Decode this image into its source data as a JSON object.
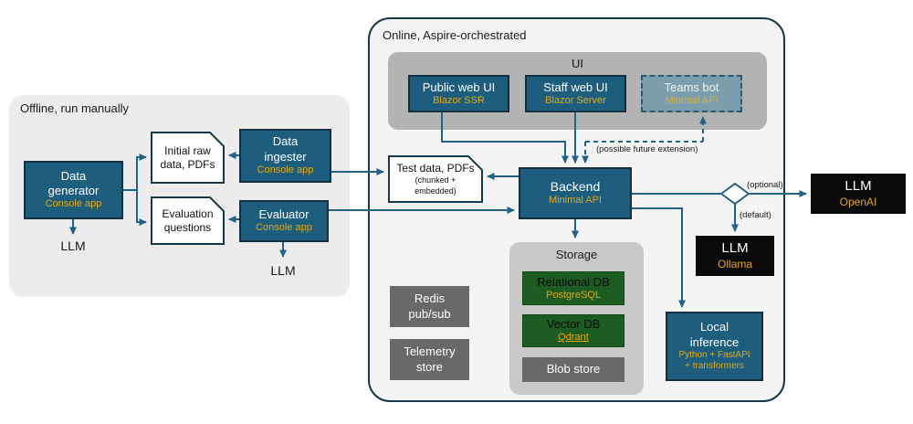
{
  "colors": {
    "teal_box": "#1d5e7e",
    "teal_box_border": "#14303f",
    "arrow": "#236288",
    "gold_text": "#e2a90f",
    "green_box": "#1d5c20",
    "gray_box": "#696969",
    "ui_group_gray": "#b3b3b3",
    "storage_group_gray": "#c9c9c9",
    "offline_panel": "#ececec",
    "online_panel_fill": "#f4f4f4",
    "online_panel_border": "#16384b",
    "black_box": "#0a0a0a",
    "teams_bot_fill": "#7b9dae"
  },
  "offline": {
    "title": "Offline, run manually",
    "data_generator": {
      "title": "Data\ngenerator",
      "subtitle": "Console app"
    },
    "initial_raw_data": {
      "label": "Initial raw\ndata, PDFs"
    },
    "evaluation_questions": {
      "label": "Evaluation\nquestions"
    },
    "data_ingester": {
      "title": "Data\ningester",
      "subtitle": "Console app"
    },
    "evaluator": {
      "title": "Evaluator",
      "subtitle": "Console app"
    },
    "llm_under_generator": "LLM",
    "llm_under_evaluator": "LLM"
  },
  "online": {
    "title": "Online, Aspire-orchestrated",
    "ui_group": {
      "label": "UI",
      "public_web_ui": {
        "title": "Public web UI",
        "subtitle": "Blazor SSR"
      },
      "staff_web_ui": {
        "title": "Staff web UI",
        "subtitle": "Blazor Server"
      },
      "teams_bot": {
        "title": "Teams bot",
        "subtitle": "Minimal API"
      }
    },
    "test_data": {
      "label": "Test data, PDFs",
      "note": "(chunked +\nembedded)"
    },
    "backend": {
      "title": "Backend",
      "subtitle": "Minimal API"
    },
    "storage": {
      "label": "Storage",
      "relational_db": {
        "title": "Relational DB",
        "subtitle": "PostgreSQL"
      },
      "vector_db": {
        "title": "Vector DB",
        "subtitle": "Qdrant"
      },
      "blob_store": {
        "title": "Blob store"
      }
    },
    "redis": {
      "label": "Redis\npub/sub"
    },
    "telemetry": {
      "label": "Telemetry\nstore"
    },
    "local_inference": {
      "title": "Local\ninference",
      "subtitle": "Python + FastAPI\n+ transformers"
    }
  },
  "external": {
    "llm_openai": {
      "title": "LLM",
      "subtitle": "OpenAI"
    },
    "llm_ollama": {
      "title": "LLM",
      "subtitle": "Ollama"
    }
  },
  "annotations": {
    "optional": "(optional)",
    "default": "(default)",
    "future_extension": "(possible future extension)"
  }
}
